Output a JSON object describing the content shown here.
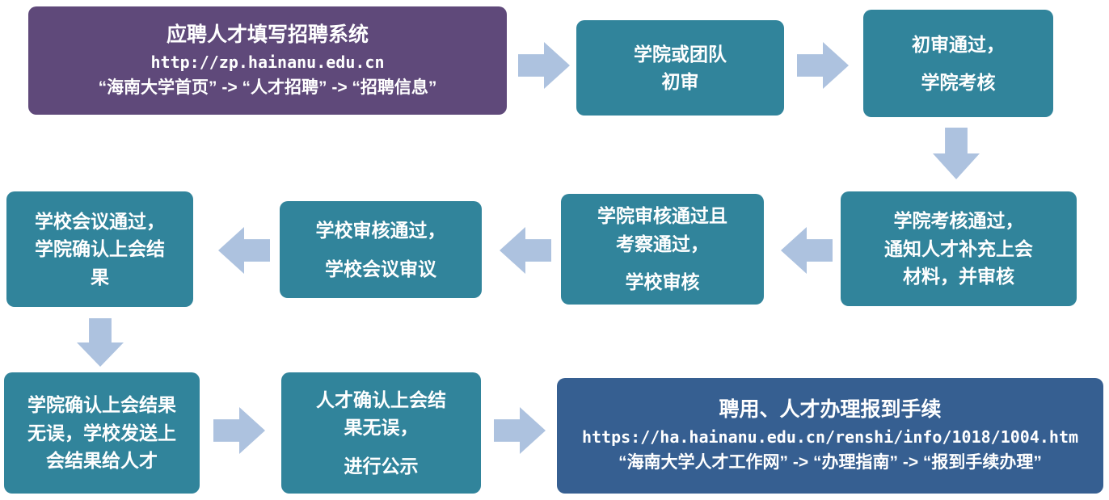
{
  "colors": {
    "purple": "#5F497A",
    "teal": "#31849B",
    "blue": "#365F91",
    "arrow": "#ADC2DF",
    "text": "#FFFFFF"
  },
  "nodes": {
    "apply": {
      "title": "应聘人才填写招聘系统",
      "url": "http://zp.hainanu.edu.cn",
      "path": "“海南大学首页” -> “人才招聘” -> “招聘信息”"
    },
    "team_review": {
      "lines": [
        "学院或团队",
        "初审"
      ]
    },
    "initial_pass": {
      "lines": [
        "初审通过，",
        "学院考核"
      ]
    },
    "assess_pass": {
      "lines": [
        "学院考核通过，",
        "通知人才补充上会",
        "材料，并审核"
      ]
    },
    "college_review_pass": {
      "lines": [
        "学院审核通过且",
        "考察通过，",
        "学校审核"
      ]
    },
    "school_review_pass": {
      "lines": [
        "学校审核通过，",
        "学校会议审议"
      ]
    },
    "meeting_pass": {
      "lines": [
        "学校会议通过，",
        "学院确认上会结",
        "果"
      ]
    },
    "college_confirm": {
      "lines": [
        "学院确认上会结果",
        "无误，学校发送上",
        "会结果给人才"
      ]
    },
    "talent_confirm": {
      "lines": [
        "人才确认上会结",
        "果无误，",
        "进行公示"
      ]
    },
    "hire": {
      "title": "聘用、人才办理报到手续",
      "url": "https://ha.hainanu.edu.cn/renshi/info/1018/1004.htm",
      "path": "“海南大学人才工作网” -> “办理指南” -> “报到手续办理”"
    }
  }
}
